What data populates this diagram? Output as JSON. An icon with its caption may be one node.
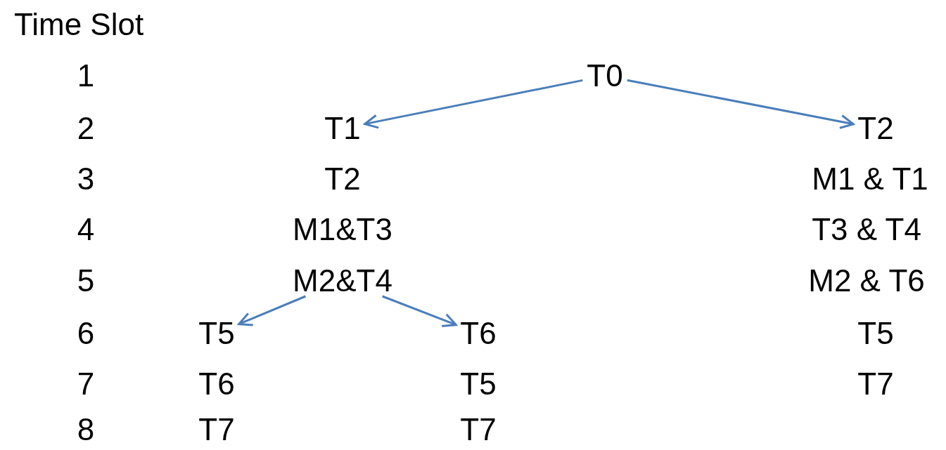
{
  "diagram": {
    "nodes": [
      {
        "text": [
          "T0"
        ]
      },
      {
        "text": [
          "T1"
        ]
      },
      {
        "text": [
          "T2"
        ]
      },
      {
        "text": [
          "M2&T4"
        ]
      },
      {
        "text": [
          "T5"
        ]
      },
      {
        "text": [
          "T6"
        ]
      }
    ],
    "edges": [
      {
        "from": 0,
        "to": 1,
        "arrow": "to"
      },
      {
        "from": 0,
        "to": 2,
        "arrow": "to"
      },
      {
        "from": 3,
        "to": 4,
        "arrow": "to"
      },
      {
        "from": 3,
        "to": 5,
        "arrow": "to"
      }
    ],
    "labels": [
      "Time Slot",
      "1",
      "2",
      "3",
      "T2",
      "M1 & T1",
      "4",
      "M1&T3",
      "T3 & T4",
      "5",
      "M2 & T6",
      "6",
      "T5",
      "7",
      "T6",
      "T5",
      "T7",
      "8",
      "T7",
      "T7"
    ]
  }
}
